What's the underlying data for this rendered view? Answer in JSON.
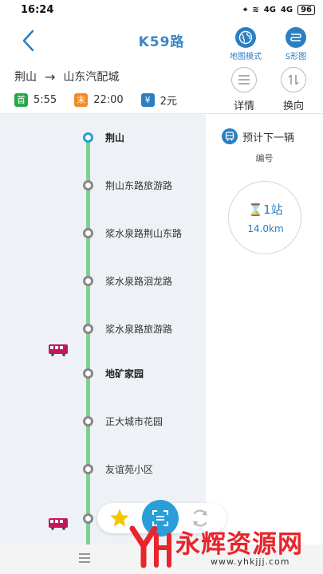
{
  "status": {
    "time": "16:24",
    "battery": "96",
    "signal1": "4G",
    "signal2": "4G"
  },
  "nav": {
    "title": "K59路",
    "map_mode_label": "地图模式",
    "s_map_label": "S形图"
  },
  "route_info": {
    "from": "荆山",
    "arrow": "→",
    "to": "山东汽配城",
    "first_tag": "首",
    "first_time": "5:55",
    "last_tag": "末",
    "last_time": "22:00",
    "fare_tag": "¥",
    "fare": "2元",
    "detail_label": "详情",
    "switch_label": "换向"
  },
  "stops": [
    {
      "name": "荆山"
    },
    {
      "name": "荆山东路旅游路"
    },
    {
      "name": "浆水泉路荆山东路"
    },
    {
      "name": "浆水泉路洄龙路"
    },
    {
      "name": "浆水泉路旅游路"
    },
    {
      "name": "地矿家园"
    },
    {
      "name": "正大城市花园"
    },
    {
      "name": "友谊苑小区"
    },
    {
      "name": ""
    }
  ],
  "next_bus": {
    "heading": "预计下一辆",
    "number_label": "编号",
    "stops_away": "1站",
    "distance": "14.0km"
  },
  "watermark": {
    "brand": "永辉资源网",
    "url": "www.yhkjjj.com"
  },
  "colors": {
    "accent": "#2b7fc1",
    "route_line": "#7dd08e",
    "watermark_red": "#e8242c"
  }
}
